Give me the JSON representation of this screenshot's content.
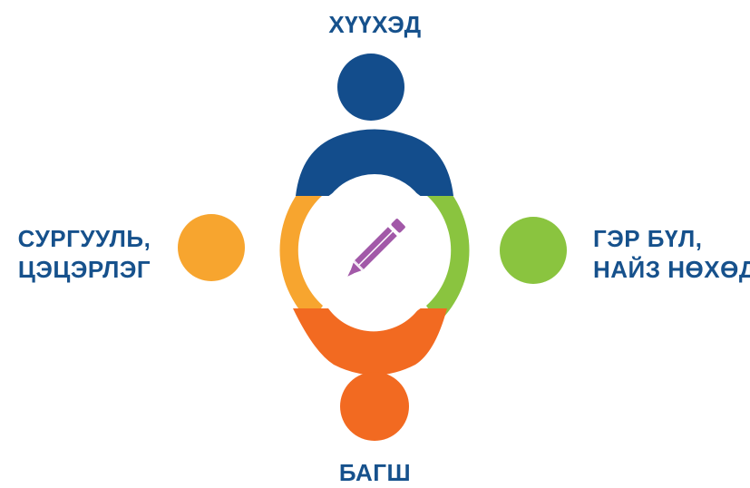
{
  "labels": {
    "top": "ХҮҮХЭД",
    "bottom": "БАГШ",
    "left_line1": "СУРГУУЛЬ,",
    "left_line2": "ЦЭЦЭРЛЭГ",
    "right_line1": "ГЭР БҮЛ,",
    "right_line2": "НАЙЗ НӨХӨД"
  },
  "colors": {
    "top_person": "#134d8c",
    "left_person": "#f7a52f",
    "right_person": "#8ac43f",
    "bottom_person": "#f26a21",
    "center": "#ffffff",
    "pencil": "#a259a8",
    "label_text": "#16518c"
  },
  "icons": {
    "center": "pencil-icon"
  }
}
